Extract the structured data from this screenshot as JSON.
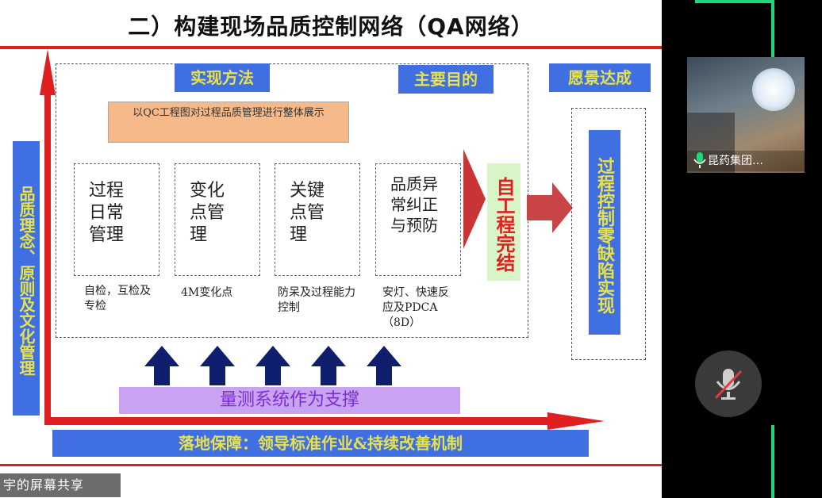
{
  "slide": {
    "title": "二）构建现场品质控制网络（QA网络）",
    "header_method": "实现方法",
    "header_goal": "主要目的",
    "header_vision": "愿景达成",
    "qc_note": "以QC工程图对过程品质管理进行整体展示",
    "left_bar": "品质理念、原则及文化管理",
    "items": [
      {
        "title": "过程日常管理",
        "caption": "自检，互检及专检"
      },
      {
        "title": "变化点管理",
        "caption": "4M变化点"
      },
      {
        "title": "关键点管理",
        "caption": "防呆及过程能力控制"
      },
      {
        "title": "品质异常纠正与预防",
        "caption": "安灯、快速反应及PDCA（8D）"
      }
    ],
    "process_complete": "自工程完结",
    "vision_text": "过程控制零缺陷实现",
    "support_text": "量测系统作为支撑",
    "bottom_text": "落地保障：领导标准作业&持续改善机制",
    "share_label": "宇的屏幕共享"
  },
  "participant": {
    "name": "昆药集团…",
    "mic": "mic-on-icon"
  },
  "controls": {
    "mute_button": "mic-muted-icon"
  },
  "colors": {
    "accent_red": "#e02020",
    "banner_blue": "#3f6fe0",
    "banner_text": "#e8e24a",
    "navy_arrow": "#0f1f6e",
    "green_line": "#1fd67a"
  }
}
